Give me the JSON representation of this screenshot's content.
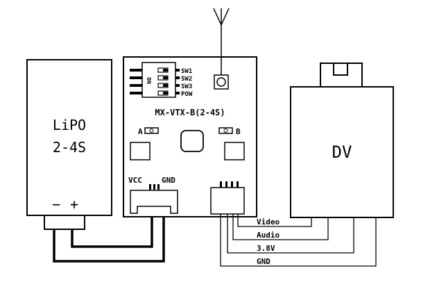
{
  "battery": {
    "name": "LiPO",
    "cells": "2-4S",
    "minus": "−",
    "plus": "+"
  },
  "module": {
    "title": "MX-VTX-B(2-4S)",
    "switches": [
      "SW1",
      "SW2",
      "SW3",
      "POW"
    ],
    "dip_on_label": "ON",
    "led_a": "A",
    "led_b": "B",
    "vcc": "VCC",
    "gnd": "GND"
  },
  "recorder": {
    "name": "DV"
  },
  "wires": {
    "video": "Video",
    "audio": "Audio",
    "v38": "3.8V",
    "gnd": "GND"
  },
  "colors": {
    "line": "#000000",
    "background": "#ffffff"
  }
}
